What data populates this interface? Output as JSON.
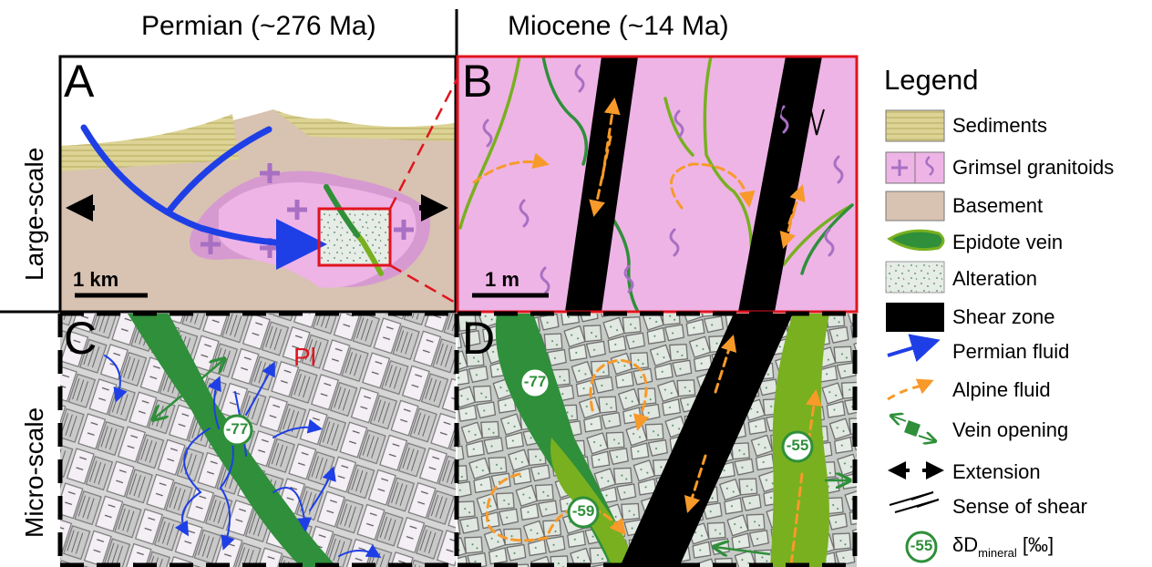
{
  "headers": {
    "permian": "Permian (~276 Ma)",
    "miocene": "Miocene (~14 Ma)"
  },
  "side_labels": {
    "large": "Large-scale",
    "micro": "Micro-scale"
  },
  "panels": {
    "A": {
      "letter": "A",
      "scale": "1 km"
    },
    "B": {
      "letter": "B",
      "scale": "1 m"
    },
    "C": {
      "letter": "C",
      "mineral_label": "Pl",
      "delta": "-77"
    },
    "D": {
      "letter": "D",
      "delta_1": "-77",
      "delta_2": "-59",
      "delta_3": "-55"
    }
  },
  "legend": {
    "title": "Legend",
    "items": [
      {
        "label": "Sediments"
      },
      {
        "label": "Grimsel granitoids"
      },
      {
        "label": "Basement"
      },
      {
        "label": "Epidote vein"
      },
      {
        "label": "Alteration"
      },
      {
        "label": "Shear zone"
      },
      {
        "label": "Permian fluid"
      },
      {
        "label": "Alpine fluid"
      },
      {
        "label": "Vein opening"
      },
      {
        "label": "Extension"
      },
      {
        "label": "Sense of shear"
      }
    ],
    "delta_symbol_value": "-55",
    "delta_label_main": "δD",
    "delta_label_sub": "mineral",
    "delta_label_unit": " [‰]"
  },
  "colors": {
    "sediment": "#dcd394",
    "granite": "#eeb4e6",
    "granite_dark": "#d69ad0",
    "basement": "#d8c2b1",
    "epidote_dark": "#2f8f3a",
    "epidote_light": "#78b020",
    "permian_fluid": "#1f3fe6",
    "alpine_fluid": "#f79a2a",
    "shear": "#000000",
    "frame_red": "#e0141e"
  }
}
